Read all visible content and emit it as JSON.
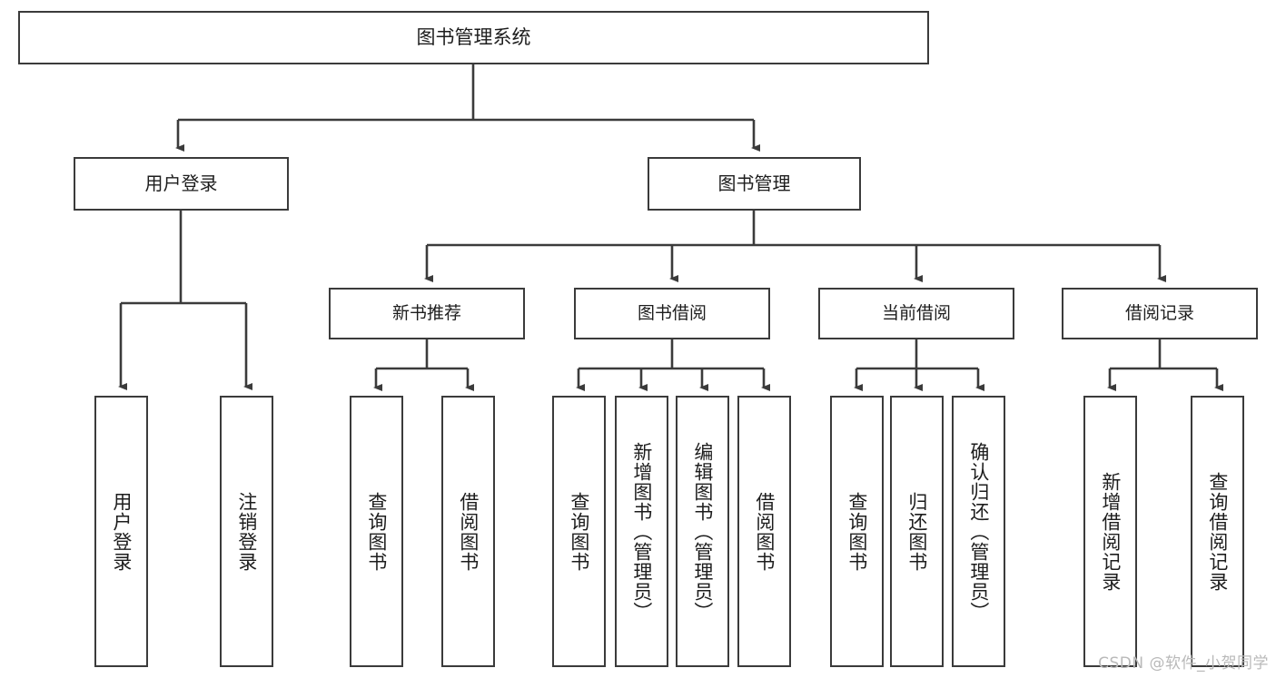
{
  "diagram": {
    "title": "图书管理系统",
    "root": {
      "label": "图书管理系统"
    },
    "level1": [
      {
        "label": "用户登录"
      },
      {
        "label": "图书管理"
      }
    ],
    "level2": [
      {
        "label": "新书推荐"
      },
      {
        "label": "图书借阅"
      },
      {
        "label": "当前借阅"
      },
      {
        "label": "借阅记录"
      }
    ],
    "leaves": {
      "user_login": [
        {
          "label": "用户登录"
        },
        {
          "label": "注销登录"
        }
      ],
      "new_book_recommend": [
        {
          "label": "查询图书"
        },
        {
          "label": "借阅图书"
        }
      ],
      "book_borrow": [
        {
          "label": "查询图书"
        },
        {
          "label": "新增图书（管理员）"
        },
        {
          "label": "编辑图书（管理员）"
        },
        {
          "label": "借阅图书"
        }
      ],
      "current_borrow": [
        {
          "label": "查询图书"
        },
        {
          "label": "归还图书"
        },
        {
          "label": "确认归还（管理员）"
        }
      ],
      "borrow_record": [
        {
          "label": "新增借阅记录"
        },
        {
          "label": "查询借阅记录"
        }
      ]
    },
    "watermark": "CSDN @软件_小贺同学",
    "colors": {
      "stroke": "#3b3b3b",
      "background": "#ffffff",
      "text": "#1d1d1d",
      "watermark": "#b9b9b9"
    }
  }
}
